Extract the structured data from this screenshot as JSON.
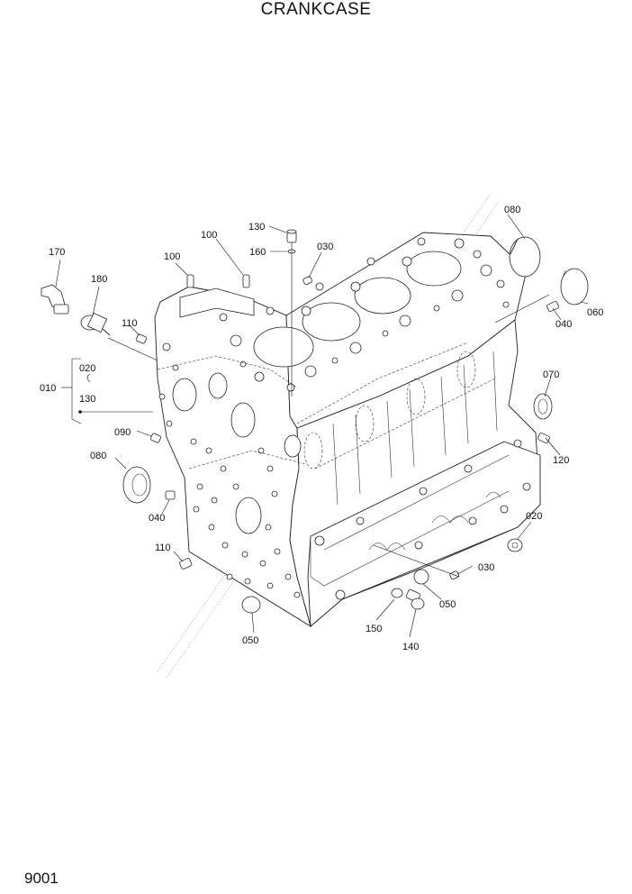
{
  "title": "CRANKCASE",
  "page_number": "9001",
  "part_labels": {
    "p130_top": "130",
    "p100_a": "100",
    "p100_b": "100",
    "p160": "160",
    "p030_top": "030",
    "p080_top": "080",
    "p170": "170",
    "p180": "180",
    "p110_top": "110",
    "p060": "060",
    "p040_right": "040",
    "p010": "010",
    "p020_group": "020",
    "p130_group": "130",
    "p070": "070",
    "p090": "090",
    "p080_left": "080",
    "p120": "120",
    "p040_left": "040",
    "p020_right": "020",
    "p110_bottom": "110",
    "p030_bottom": "030",
    "p050_right": "050",
    "p150": "150",
    "p050_left": "050",
    "p140": "140"
  }
}
